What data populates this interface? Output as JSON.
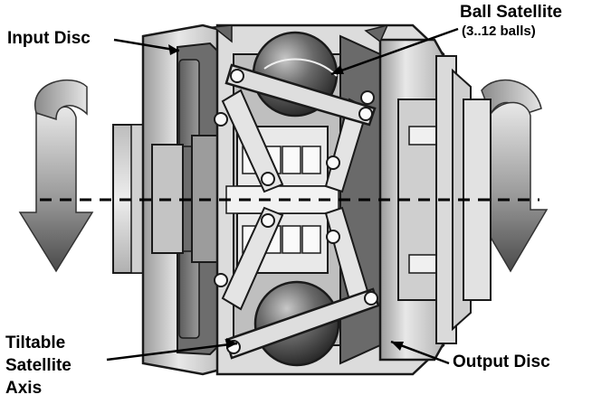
{
  "labels": {
    "input_disc": "Input Disc",
    "ball_satellite": "Ball Satellite",
    "ball_count": "(3..12 balls)",
    "output_disc": "Output Disc",
    "tiltable_line1": "Tiltable",
    "tiltable_line2": "Satellite",
    "tiltable_line3": "Axis"
  },
  "colors": {
    "outline": "#1a1a1a",
    "body_light": "#e6e6e6",
    "body_mid": "#bdbdbd",
    "body_dark": "#6e6e6e",
    "arrow_dark": "#5a5a5a",
    "arrow_light": "#d9d9d9"
  }
}
